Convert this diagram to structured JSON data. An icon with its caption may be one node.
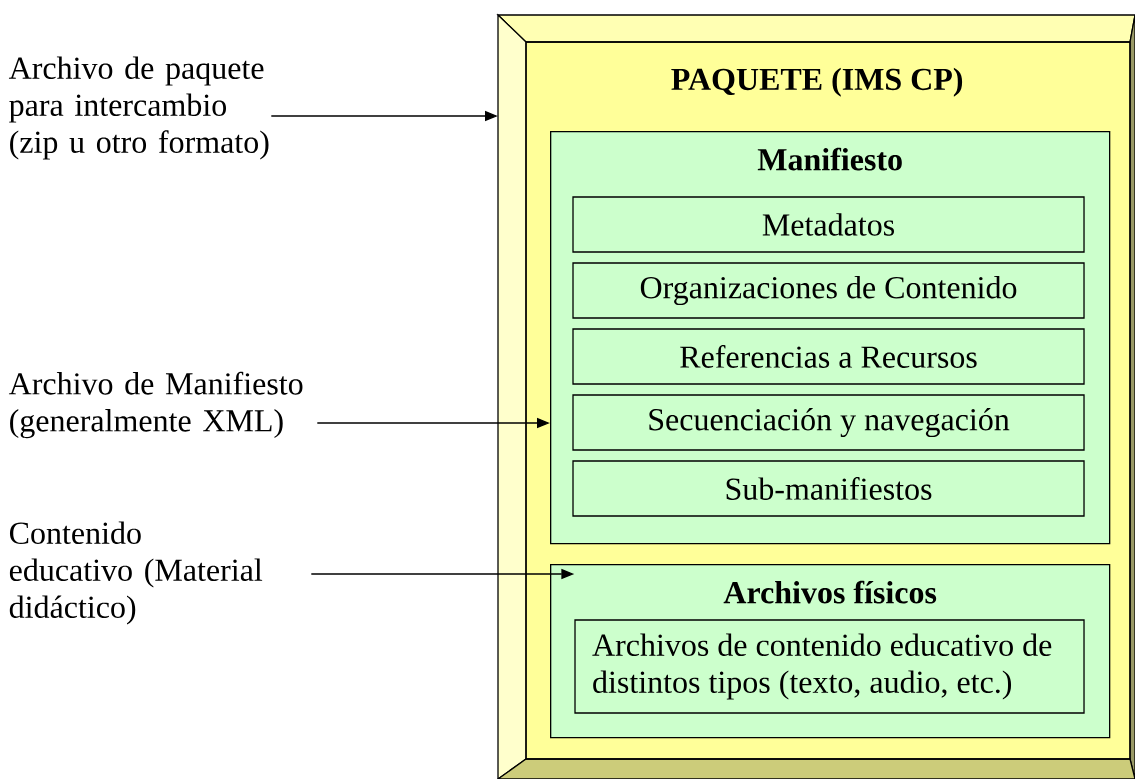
{
  "diagram": {
    "nodes": [
      {
        "text": [
          "Archivo de paquete para intercambio (zip u otro formato)"
        ]
      },
      {
        "text": [
          "PAQUETE (IMS CP)"
        ]
      },
      {
        "text": [
          "Manifiesto"
        ],
        "in": 1
      },
      {
        "text": [
          "Metadatos"
        ],
        "in": 2
      },
      {
        "text": [
          "Organizaciones de Contenido"
        ],
        "in": 2
      },
      {
        "text": [
          "Referencias a Recursos"
        ],
        "in": 2
      },
      {
        "text": [
          "Secuenciación y navegación"
        ],
        "in": 2
      },
      {
        "text": [
          "Sub-manifiestos"
        ],
        "in": 2
      },
      {
        "text": [
          "Archivos físicos"
        ],
        "in": 1
      },
      {
        "text": [
          "Archivos de contenido educativo de distintos tipos (texto, audio, etc.)"
        ],
        "in": 8
      },
      {
        "text": [
          "Archivo de Manifiesto (generalmente XML)"
        ]
      },
      {
        "text": [
          "Contenido educativo (Material didáctico)"
        ]
      }
    ],
    "edges": [
      {
        "from": 0,
        "to": 1,
        "arrow": "to"
      },
      {
        "from": 10,
        "to": 2,
        "arrow": "to"
      },
      {
        "from": 11,
        "to": 9,
        "arrow": "to"
      }
    ]
  }
}
